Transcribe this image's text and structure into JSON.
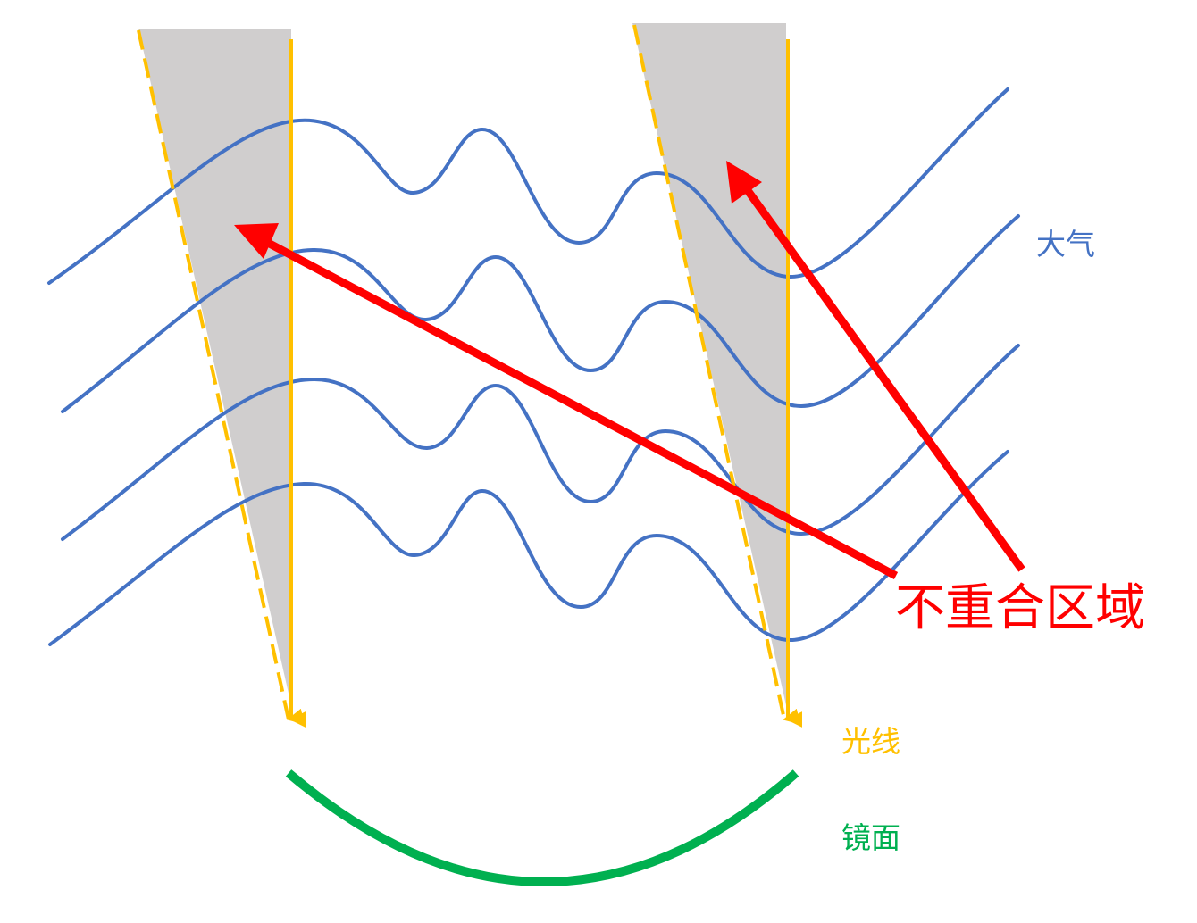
{
  "labels": {
    "atmosphere": "大气",
    "light_rays": "光线",
    "mirror": "镜面",
    "non_overlap_region": "不重合区域"
  },
  "colors": {
    "atmosphere": "#4472C4",
    "light_rays": "#FFC000",
    "mirror": "#00B050",
    "annotation": "#FF0000",
    "region_fill": "#D0CECE"
  },
  "icons": {
    "ray_head": "arrowhead",
    "annotation_head": "arrowhead"
  }
}
